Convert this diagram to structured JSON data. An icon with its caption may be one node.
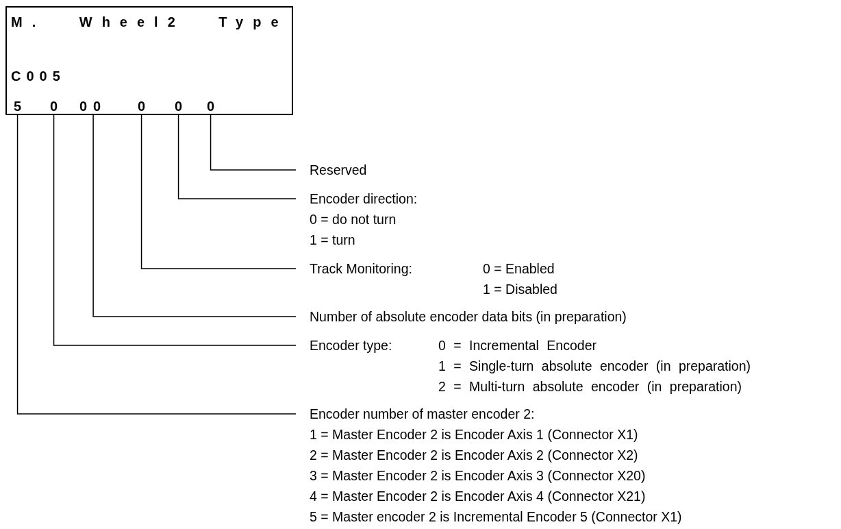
{
  "diagram": {
    "nodes": [
      {
        "text": [
          "M. Wheel2 Type",
          "C005"
        ]
      },
      {
        "text": [
          "5"
        ],
        "in": 0
      },
      {
        "text": [
          "0"
        ],
        "in": 0
      },
      {
        "text": [
          "00"
        ],
        "in": 0
      },
      {
        "text": [
          "0"
        ],
        "in": 0
      },
      {
        "text": [
          "0"
        ],
        "in": 0
      },
      {
        "text": [
          "0"
        ],
        "in": 0
      },
      {
        "text": [
          "Reserved"
        ]
      },
      {
        "text": [
          "Encoder direction:",
          "0 = do not turn",
          "1 = turn"
        ]
      },
      {
        "text": [
          "Track Monitoring:",
          "0 = Enabled",
          "1 = Disabled"
        ]
      },
      {
        "text": [
          "Number of absolute encoder data bits (in preparation)"
        ]
      },
      {
        "text": [
          "Encoder type:",
          "0 = Incremental Encoder",
          "1 = Single-turn absolute encoder (in preparation)",
          "2 = Multi-turn absolute encoder (in preparation)"
        ]
      },
      {
        "text": [
          "Encoder number of master encoder 2:",
          "1 = Master Encoder 2 is Encoder Axis 1 (Connector X1)",
          "2 = Master Encoder 2 is Encoder Axis 2 (Connector X2)",
          "3 = Master Encoder 2 is Encoder Axis 3 (Connector X20)",
          "4 = Master Encoder 2 is Encoder Axis 4 (Connector X21)",
          "5 = Master encoder 2 is Incremental Encoder 5 (Connector X1)"
        ]
      }
    ],
    "edges": [
      {
        "from": 7,
        "to": 6,
        "arrow": "none"
      },
      {
        "from": 8,
        "to": 5,
        "arrow": "none"
      },
      {
        "from": 9,
        "to": 4,
        "arrow": "none"
      },
      {
        "from": 10,
        "to": 3,
        "arrow": "none"
      },
      {
        "from": 11,
        "to": 2,
        "arrow": "none"
      },
      {
        "from": 12,
        "to": 1,
        "arrow": "none"
      }
    ]
  }
}
